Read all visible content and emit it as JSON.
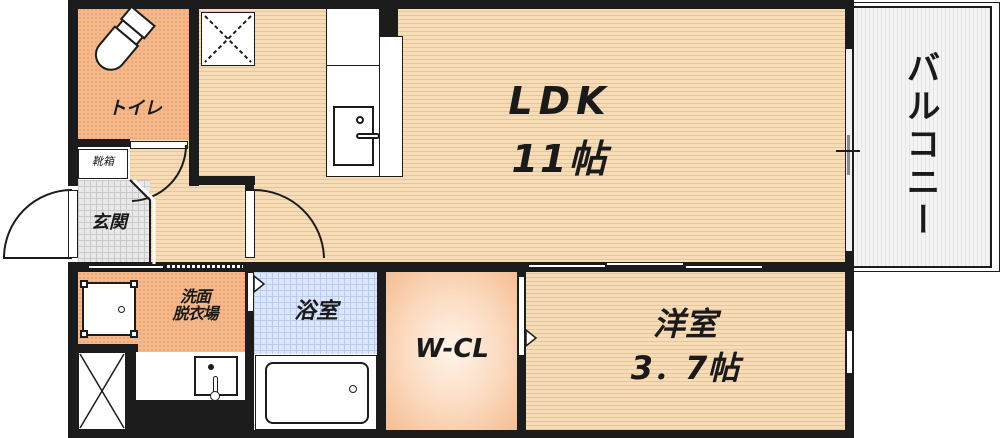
{
  "floorplan": {
    "rooms": {
      "ldk": {
        "name": "LDK",
        "size": "11帖"
      },
      "western_room": {
        "name": "洋室",
        "size": "3．7帖"
      },
      "walk_in_closet": {
        "name": "W-CL"
      },
      "bathroom": {
        "name": "浴室"
      },
      "washroom": {
        "name_line1": "洗面",
        "name_line2": "脱衣場"
      },
      "toilet": {
        "name": "トイレ"
      },
      "entrance": {
        "name": "玄関"
      },
      "shoe_cabinet": {
        "name": "靴箱"
      },
      "balcony": {
        "name": "バルコニー"
      }
    },
    "colors": {
      "wall": "#1c1c1c",
      "wood_floor": "#f6d9b4",
      "wet_area": "#f4b88a",
      "bath_tile": "#dde7fb",
      "entrance_tile": "#e8e8e8",
      "balcony": "#f2f2f2"
    }
  }
}
